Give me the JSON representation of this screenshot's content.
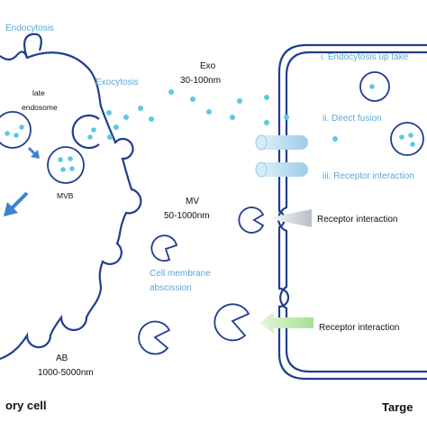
{
  "labels": {
    "endocytosis": "Endocytosis",
    "late_endosome_1": "late",
    "late_endosome_2": "endosome",
    "exocytosis": "Exocytosis",
    "mvb": "MVB",
    "exo_name": "Exo",
    "exo_size": "30-100nm",
    "mv_name": "MV",
    "mv_size": "50-1000nm",
    "abscission_1": "Cell membrane",
    "abscission_2": "abscission",
    "ab_name": "AB",
    "ab_size": "1000-5000nm",
    "secretory_cell": "ory cell",
    "target_cell": "Targe",
    "uptake_1": "i. Endocytosis up take",
    "uptake_2": "ii. Direct fusion",
    "uptake_3": "iii. Receptor interaction",
    "receptor_1": "Receptor interaction",
    "receptor_2": "Receptor interaction"
  },
  "colors": {
    "membrane": "#1f3e8e",
    "exosome_dot": "#5cc8e6",
    "blue_label": "#5ba8d6",
    "arrow_blue": "#3b82d4",
    "receptor_tube": "#a9d4ee",
    "gray_arrow": "#bfc5cc",
    "green_arrow": "#b5e6a8"
  }
}
